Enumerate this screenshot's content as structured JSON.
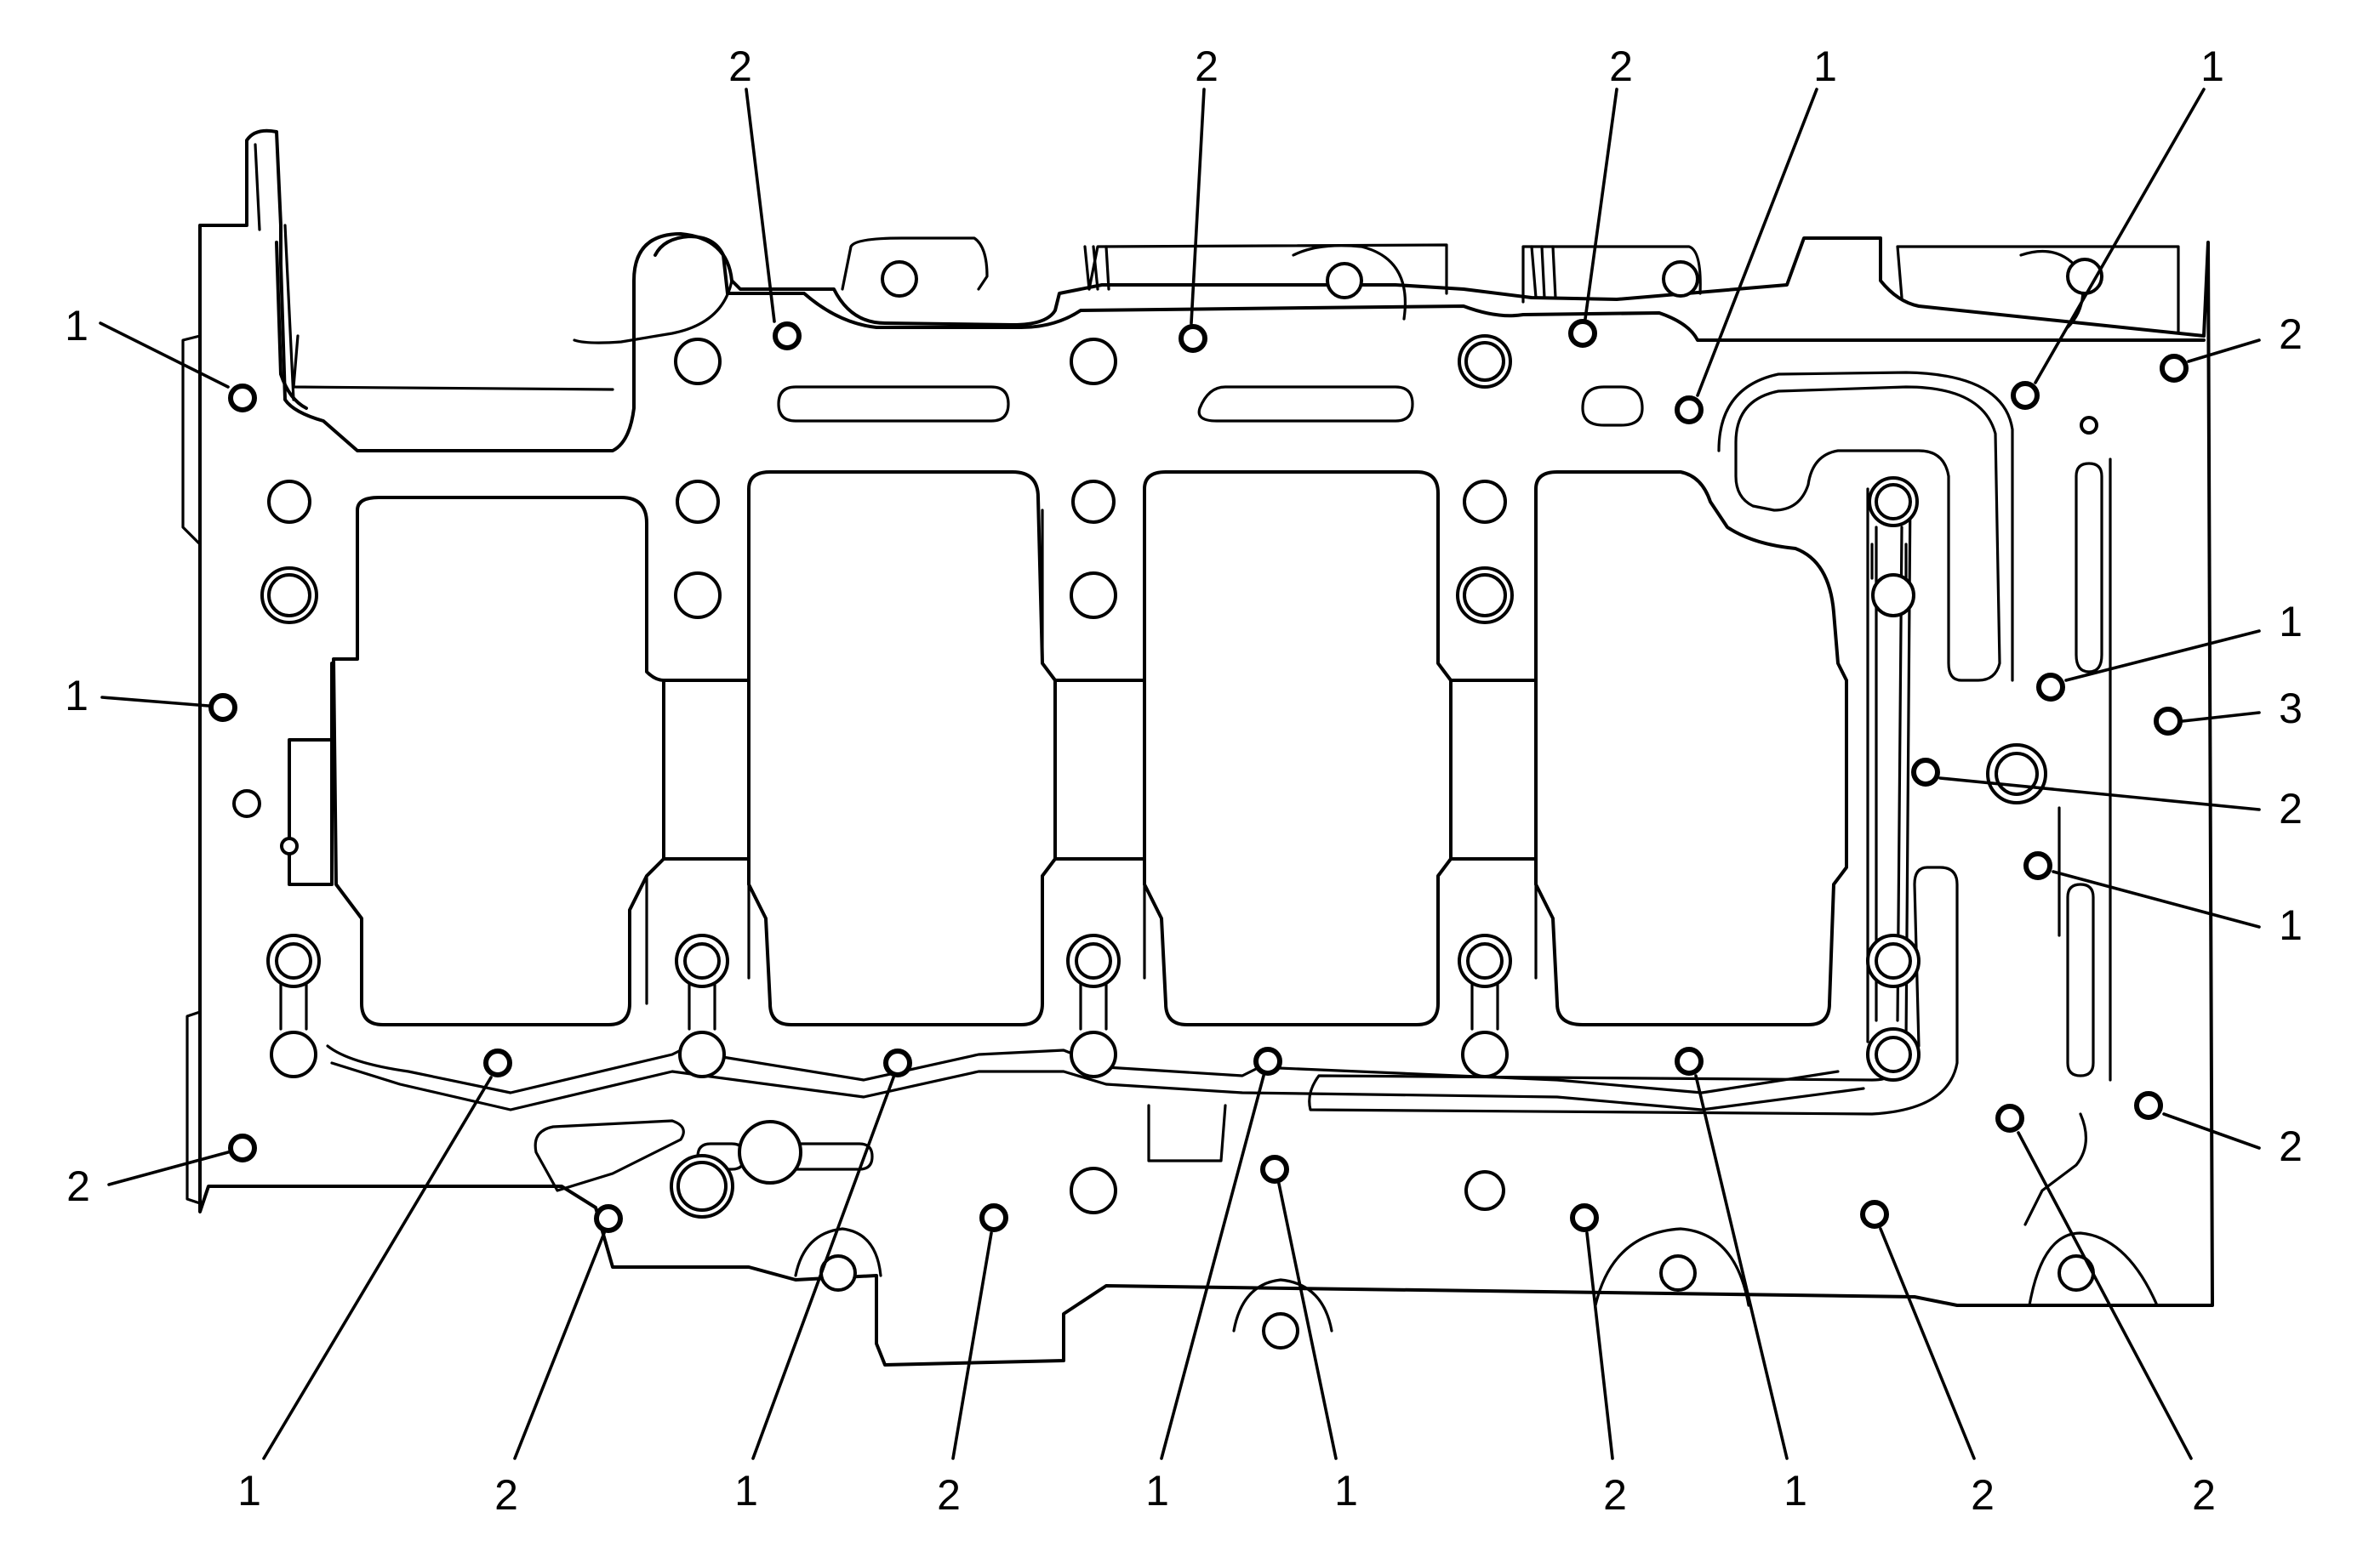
{
  "diagram": {
    "stroke_color": "#000000",
    "background_color": "#ffffff",
    "callouts": [
      {
        "id": "c1",
        "label": "2"
      },
      {
        "id": "c2",
        "label": "2"
      },
      {
        "id": "c3",
        "label": "2"
      },
      {
        "id": "c4",
        "label": "1"
      },
      {
        "id": "c5",
        "label": "1"
      },
      {
        "id": "c6",
        "label": "1"
      },
      {
        "id": "c7",
        "label": "2"
      },
      {
        "id": "c8",
        "label": "1"
      },
      {
        "id": "c9",
        "label": "1"
      },
      {
        "id": "c10",
        "label": "3"
      },
      {
        "id": "c11",
        "label": "2"
      },
      {
        "id": "c12",
        "label": "1"
      },
      {
        "id": "c13",
        "label": "2"
      },
      {
        "id": "c14",
        "label": "2"
      },
      {
        "id": "c15",
        "label": "1"
      },
      {
        "id": "c16",
        "label": "2"
      },
      {
        "id": "c17",
        "label": "1"
      },
      {
        "id": "c18",
        "label": "2"
      },
      {
        "id": "c19",
        "label": "1"
      },
      {
        "id": "c20",
        "label": "1"
      },
      {
        "id": "c21",
        "label": "2"
      },
      {
        "id": "c22",
        "label": "1"
      },
      {
        "id": "c23",
        "label": "2"
      },
      {
        "id": "c24",
        "label": "2"
      }
    ]
  }
}
